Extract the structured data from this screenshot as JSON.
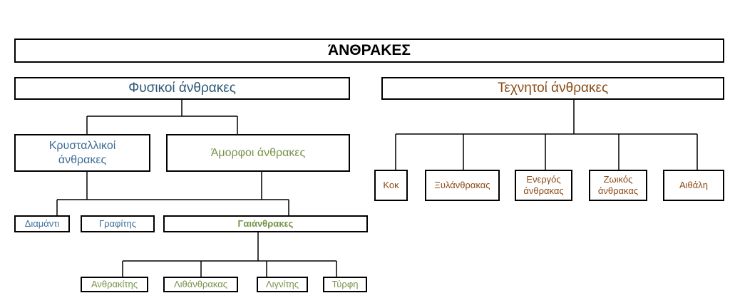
{
  "colors": {
    "natural": "#2e5876",
    "natural_light": "#3f6e96",
    "amorphous": "#77934a",
    "artificial": "#8a4a16",
    "line": "#000000"
  },
  "root": {
    "label": "ΆΝΘΡΑΚΕΣ"
  },
  "natural": {
    "label": "Φυσικοί άνθρακες",
    "crystalline": {
      "label_line1": "Κρυσταλλικοί",
      "label_line2": "άνθρακες",
      "children": [
        "Διαμάντι",
        "Γραφίτης"
      ]
    },
    "amorphous": {
      "label": "Άμορφοι άνθρακες",
      "coals": {
        "label": "Γαιάνθρακες",
        "children": [
          "Ανθρακίτης",
          "Λιθάνθρακας",
          "Λιγνίτης",
          "Τύρφη"
        ]
      }
    }
  },
  "artificial": {
    "label": "Τεχνητοί άνθρακες",
    "children": [
      {
        "line1": "Κοκ",
        "line2": ""
      },
      {
        "line1": "Ξυλάνθρακας",
        "line2": ""
      },
      {
        "line1": "Ενεργός",
        "line2": "άνθρακας"
      },
      {
        "line1": "Ζωικός",
        "line2": "άνθρακας"
      },
      {
        "line1": "Αιθάλη",
        "line2": ""
      }
    ]
  }
}
